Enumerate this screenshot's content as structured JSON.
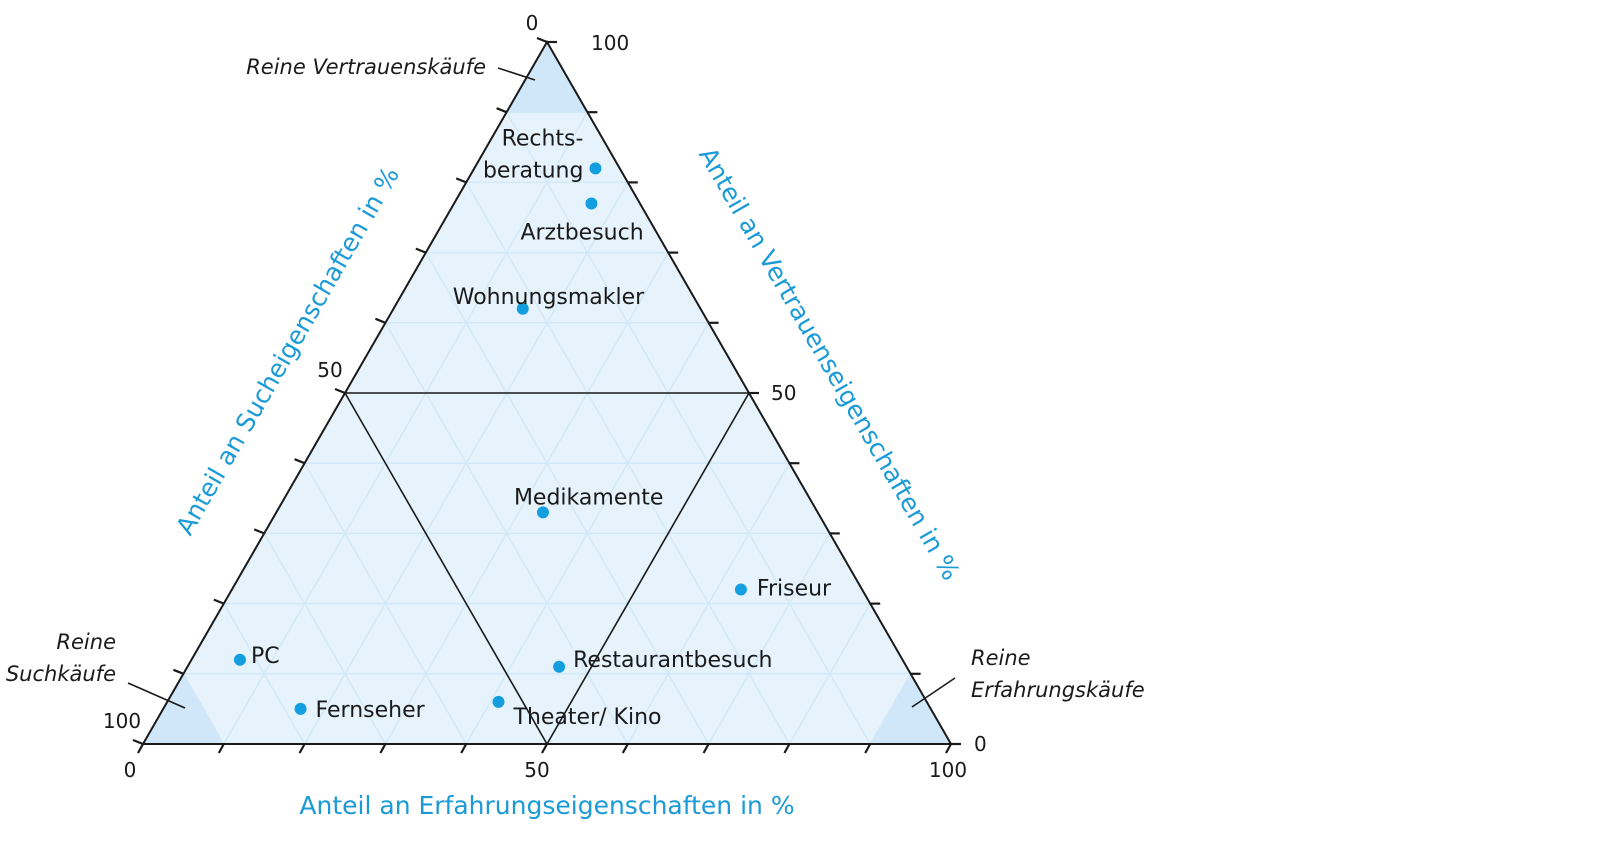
{
  "chart_data": {
    "type": "ternary-scatter",
    "axes": {
      "search": {
        "title": "Anteil an Sucheigenschaften in %",
        "tick_labels": [
          "100",
          "50",
          "0"
        ],
        "range": [
          0,
          100
        ]
      },
      "experience": {
        "title": "Anteil an Erfahrungseigenschaften in %",
        "tick_labels": [
          "0",
          "50",
          "100"
        ],
        "range": [
          0,
          100
        ]
      },
      "credence": {
        "title": "Anteil an Vertrauenseigenschaften in %",
        "tick_labels": [
          "100",
          "50",
          "0"
        ],
        "range": [
          0,
          100
        ]
      }
    },
    "tick_step": 10,
    "grid": true,
    "corner_regions": [
      {
        "label_lines": [
          "Reine Vertrauenskäufe"
        ]
      },
      {
        "label_lines": [
          "Reine",
          "Suchkäufe"
        ]
      },
      {
        "label_lines": [
          "Reine",
          "Erfahrungskäufe"
        ]
      }
    ],
    "points": [
      {
        "label_lines": [
          "Rechts-",
          "beratung"
        ],
        "search": 3,
        "experience": 15,
        "credence": 82
      },
      {
        "label_lines": [
          "Arztbesuch"
        ],
        "search": 6,
        "experience": 17,
        "credence": 77
      },
      {
        "label_lines": [
          "Wohnungsmakler"
        ],
        "search": 22,
        "experience": 16,
        "credence": 62
      },
      {
        "label_lines": [
          "Medikamente"
        ],
        "search": 34,
        "experience": 33,
        "credence": 33
      },
      {
        "label_lines": [
          "Friseur"
        ],
        "search": 15,
        "experience": 63,
        "credence": 22
      },
      {
        "label_lines": [
          "Restaurantbesuch"
        ],
        "search": 43,
        "experience": 46,
        "credence": 11
      },
      {
        "label_lines": [
          "Theater/ Kino"
        ],
        "search": 53,
        "experience": 41,
        "credence": 6
      },
      {
        "label_lines": [
          "PC"
        ],
        "search": 82,
        "experience": 6,
        "credence": 12
      },
      {
        "label_lines": [
          "Fernseher"
        ],
        "search": 78,
        "experience": 17,
        "credence": 5
      }
    ],
    "colors": {
      "point": "#139ee0",
      "fill": "#e6f3fc",
      "corner_fill": "#cfe7f8",
      "grid": "#d3e9f8",
      "title": "#1a9ad6"
    }
  }
}
